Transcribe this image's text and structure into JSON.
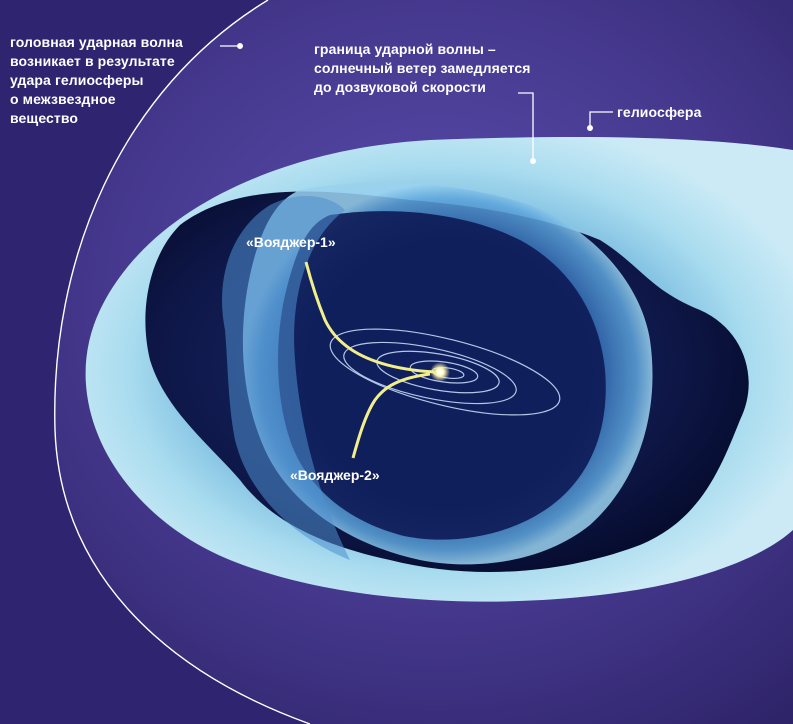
{
  "labels": {
    "bow_shock": "головная ударная волна\nвозникает в результате\nудара гелиосферы\nо межзвездное\nвещество",
    "termination_shock": "граница ударной волны –\nсолнечный ветер замедляется\nдо дозвуковой скорости",
    "heliosphere": "гелиосфера",
    "voyager1": "«Вояджер-1»",
    "voyager2": "«Вояджер-2»"
  },
  "colors": {
    "background": "#3b2f7a",
    "heliosheath": "#8fd0e8",
    "inner_cavity": "#0b1440",
    "termination_shell": "#3f86c8",
    "trajectory": "#f2ef8a",
    "orbits": "#cfe4ff",
    "bow_shock_line": "#ffffff"
  }
}
